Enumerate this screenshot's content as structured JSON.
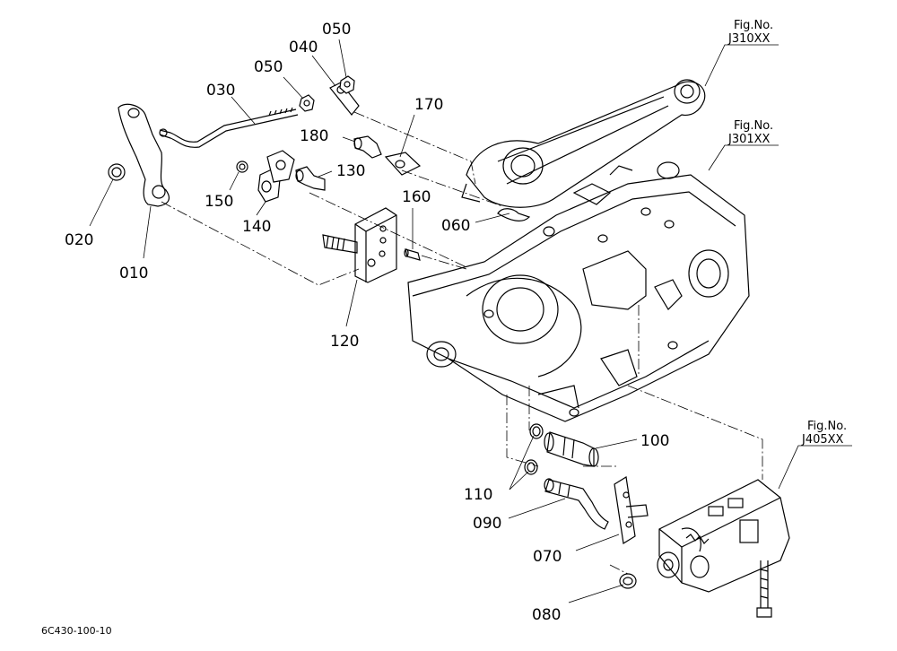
{
  "labels": {
    "p010": "010",
    "p020": "020",
    "p030": "030",
    "p040": "040",
    "p050a": "050",
    "p050b": "050",
    "p060": "060",
    "p070": "070",
    "p080": "080",
    "p090": "090",
    "p100": "100",
    "p110": "110",
    "p120": "120",
    "p130": "130",
    "p140": "140",
    "p150": "150",
    "p160": "160",
    "p170": "170",
    "p180": "180"
  },
  "figrefs": {
    "j310": {
      "line1": "Fig.No.",
      "line2": "J310XX"
    },
    "j301": {
      "line1": "Fig.No.",
      "line2": "J301XX"
    },
    "j405": {
      "line1": "Fig.No.",
      "line2": "J405XX"
    }
  },
  "drawing_code": "6C430-100-10"
}
